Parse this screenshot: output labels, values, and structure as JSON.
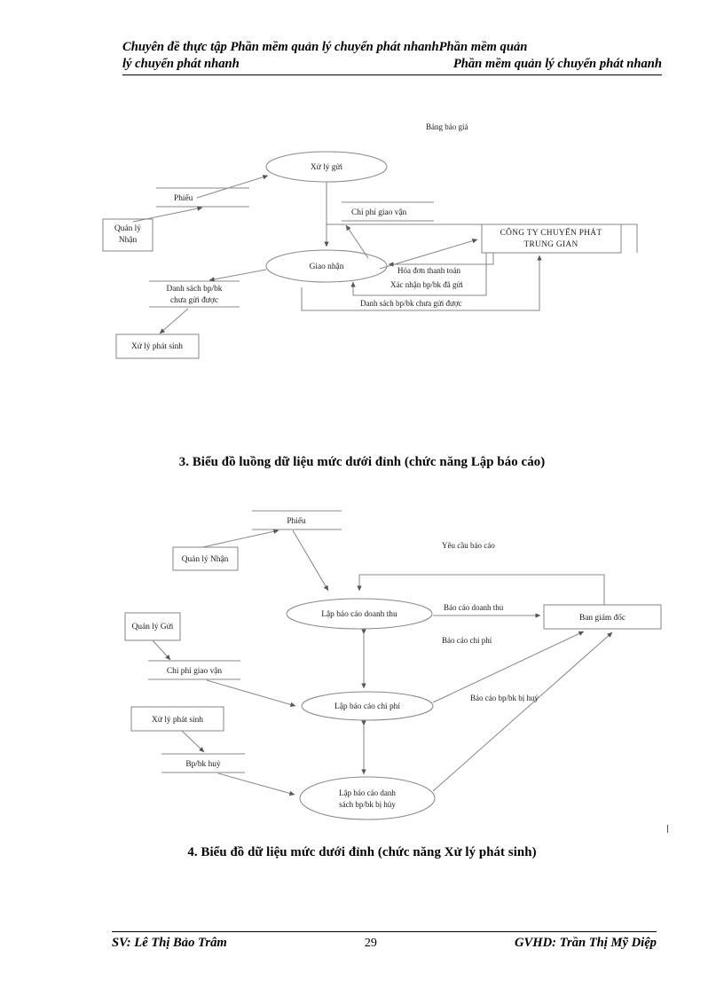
{
  "header": {
    "line1_left": "Chuyên đề thực tập Phần mềm quản lý chuyển phát nhanhPhần mềm quản",
    "line2_left": "lý chuyển phát nhanh",
    "line2_right": "Phần mềm quản lý chuyển phát nhanh"
  },
  "footer": {
    "student": "SV: Lê Thị Bảo Trâm",
    "page_number": "29",
    "supervisor": "GVHD: Trần Thị Mỹ Diệp"
  },
  "headings": {
    "section_3": "3. Biểu đồ luồng dữ liệu mức dưới đỉnh (chức năng Lập báo cáo)",
    "section_4": "4. Biểu đồ dữ liệu mức dưới đỉnh (chức năng Xử lý phát sinh)"
  },
  "diagram1": {
    "processes": [
      {
        "id": "xu-ly-gui",
        "label": "Xử lý gửi"
      },
      {
        "id": "giao-nhan",
        "label": "Giao nhận"
      }
    ],
    "entities": [
      {
        "id": "quan-ly-nhan",
        "label_line1": "Quản lý",
        "label_line2": "Nhận"
      },
      {
        "id": "xu-ly-phat-sinh",
        "label": "Xử lý phát sinh"
      },
      {
        "id": "cong-ty-trung-gian",
        "label_line1": "CÔNG TY CHUYỂN PHÁT",
        "label_line2": "TRUNG GIAN"
      }
    ],
    "datastores": [
      {
        "id": "phieu",
        "label": "Phiếu"
      },
      {
        "id": "chi-phi-giao-van",
        "label": "Chi phí giao vận"
      },
      {
        "id": "danh-sach-chua-gui",
        "label_line1": "Danh sách bp/bk",
        "label_line2": "chưa gửi được"
      }
    ],
    "flows": [
      {
        "id": "bang-bao-gia",
        "label": "Bảng báo giá"
      },
      {
        "id": "hoa-don-thanh-toan",
        "label": "Hóa đơn thanh toán"
      },
      {
        "id": "xac-nhan-da-gui",
        "label": "Xác nhận bp/bk đã gửi"
      },
      {
        "id": "danh-sach-chua-gui-duoc",
        "label": "Danh sách bp/bk chưa gửi được"
      }
    ]
  },
  "diagram2": {
    "processes": [
      {
        "id": "lap-bao-cao-doanh-thu",
        "label": "Lập báo cáo doanh thu"
      },
      {
        "id": "lap-bao-cao-chi-phi",
        "label": "Lập báo cáo chi phí"
      },
      {
        "id": "lap-bao-cao-danh-sach",
        "label_line1": "Lập báo cáo danh",
        "label_line2": "sách bp/bk bị hủy"
      }
    ],
    "entities": [
      {
        "id": "quan-ly-nhan",
        "label": "Quản lý Nhận"
      },
      {
        "id": "quan-ly-gui",
        "label": "Quản lý Gửi"
      },
      {
        "id": "xu-ly-phat-sinh",
        "label": "Xử lý phát sinh"
      },
      {
        "id": "ban-giam-doc",
        "label": "Ban giám đốc"
      }
    ],
    "datastores": [
      {
        "id": "phieu",
        "label": "Phiếu"
      },
      {
        "id": "chi-phi-giao-van",
        "label": "Chi phí giao vận"
      },
      {
        "id": "bp-bk-huy",
        "label": "Bp/bk huỷ"
      }
    ],
    "flows": [
      {
        "id": "yeu-cau-bao-cao",
        "label": "Yêu cầu báo cáo"
      },
      {
        "id": "bao-cao-doanh-thu",
        "label": "Báo cáo doanh thu"
      },
      {
        "id": "bao-cao-chi-phi",
        "label": "Báo cáo chi phí"
      },
      {
        "id": "bao-cao-bp-bk-bi-huy",
        "label": "Báo cáo bp/bk bị huỷ"
      }
    ]
  }
}
